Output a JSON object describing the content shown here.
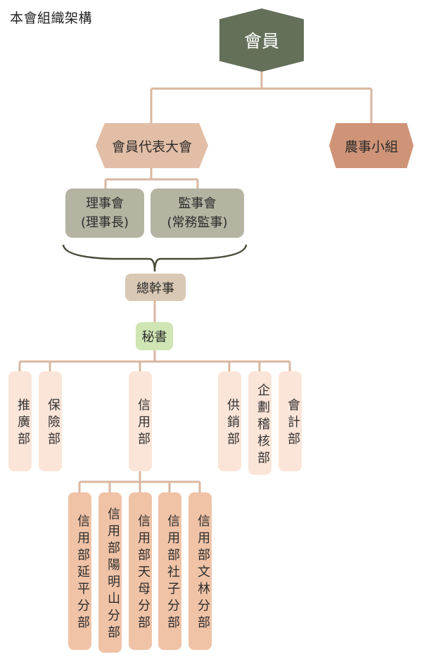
{
  "title": "本會組織架構",
  "nodes": {
    "members": "會員",
    "assembly": "會員代表大會",
    "farm_group": "農事小組",
    "board_directors": {
      "line1": "理事會",
      "line2": "(理事長)"
    },
    "board_supervisors": {
      "line1": "監事會",
      "line2": "(常務監事)"
    },
    "general_manager": "總幹事",
    "secretary": "秘書"
  },
  "departments": [
    "推廣部",
    "保險部",
    "信用部",
    "供銷部",
    "企劃稽核部",
    "會計部"
  ],
  "branches": [
    "信用部延平分部",
    "信用部陽明山分部",
    "信用部天母分部",
    "信用部社子分部",
    "信用部文林分部"
  ],
  "colors": {
    "line": "#d9b7a1",
    "brace": "#4a4a3a",
    "members": "#64705a",
    "assembly": "#e2bea6",
    "farm_group": "#cf9477",
    "boards": "#b5b3a2",
    "general_manager": "#d8c8b4",
    "secretary": "#cfe5b4",
    "departments": "#fbe5d8",
    "branches": "#f0c3a7"
  }
}
